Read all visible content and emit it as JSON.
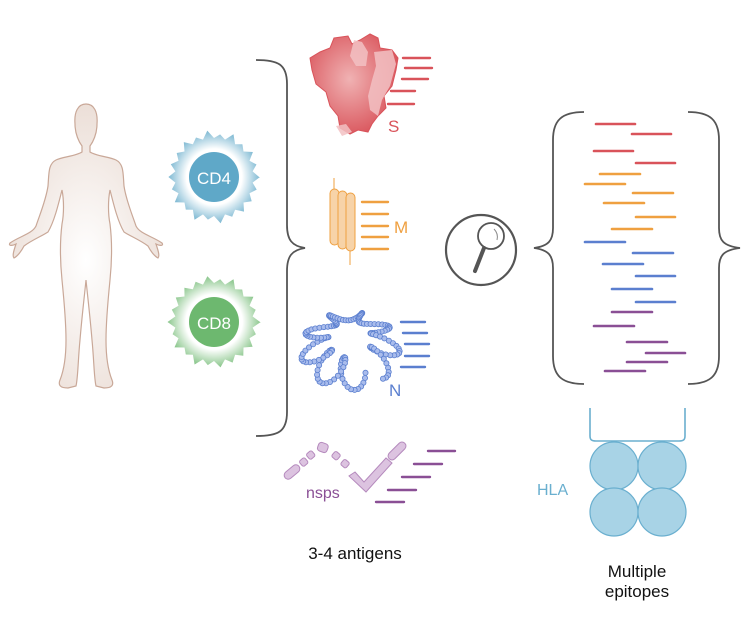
{
  "cells": {
    "cd4": {
      "label": "CD4",
      "color": "#5fa8c8"
    },
    "cd8": {
      "label": "CD8",
      "color": "#6db86f"
    }
  },
  "antigens": {
    "spike": {
      "label": "S",
      "color": "#d9535a"
    },
    "membrane": {
      "label": "M",
      "color": "#efa040"
    },
    "nucleocapsid": {
      "label": "N",
      "color": "#5b7fcf"
    },
    "nsps": {
      "label": "nsps",
      "color": "#8a4f95"
    }
  },
  "hla": {
    "label": "HLA",
    "color": "#6aafcf",
    "fill": "#a8d3e6"
  },
  "captions": {
    "antigens": "3-4 antigens",
    "epitopes_line1": "Multiple",
    "epitopes_line2": "epitopes"
  },
  "icons": {
    "person": "human-body-icon",
    "search": "magnifying-glass-icon"
  }
}
